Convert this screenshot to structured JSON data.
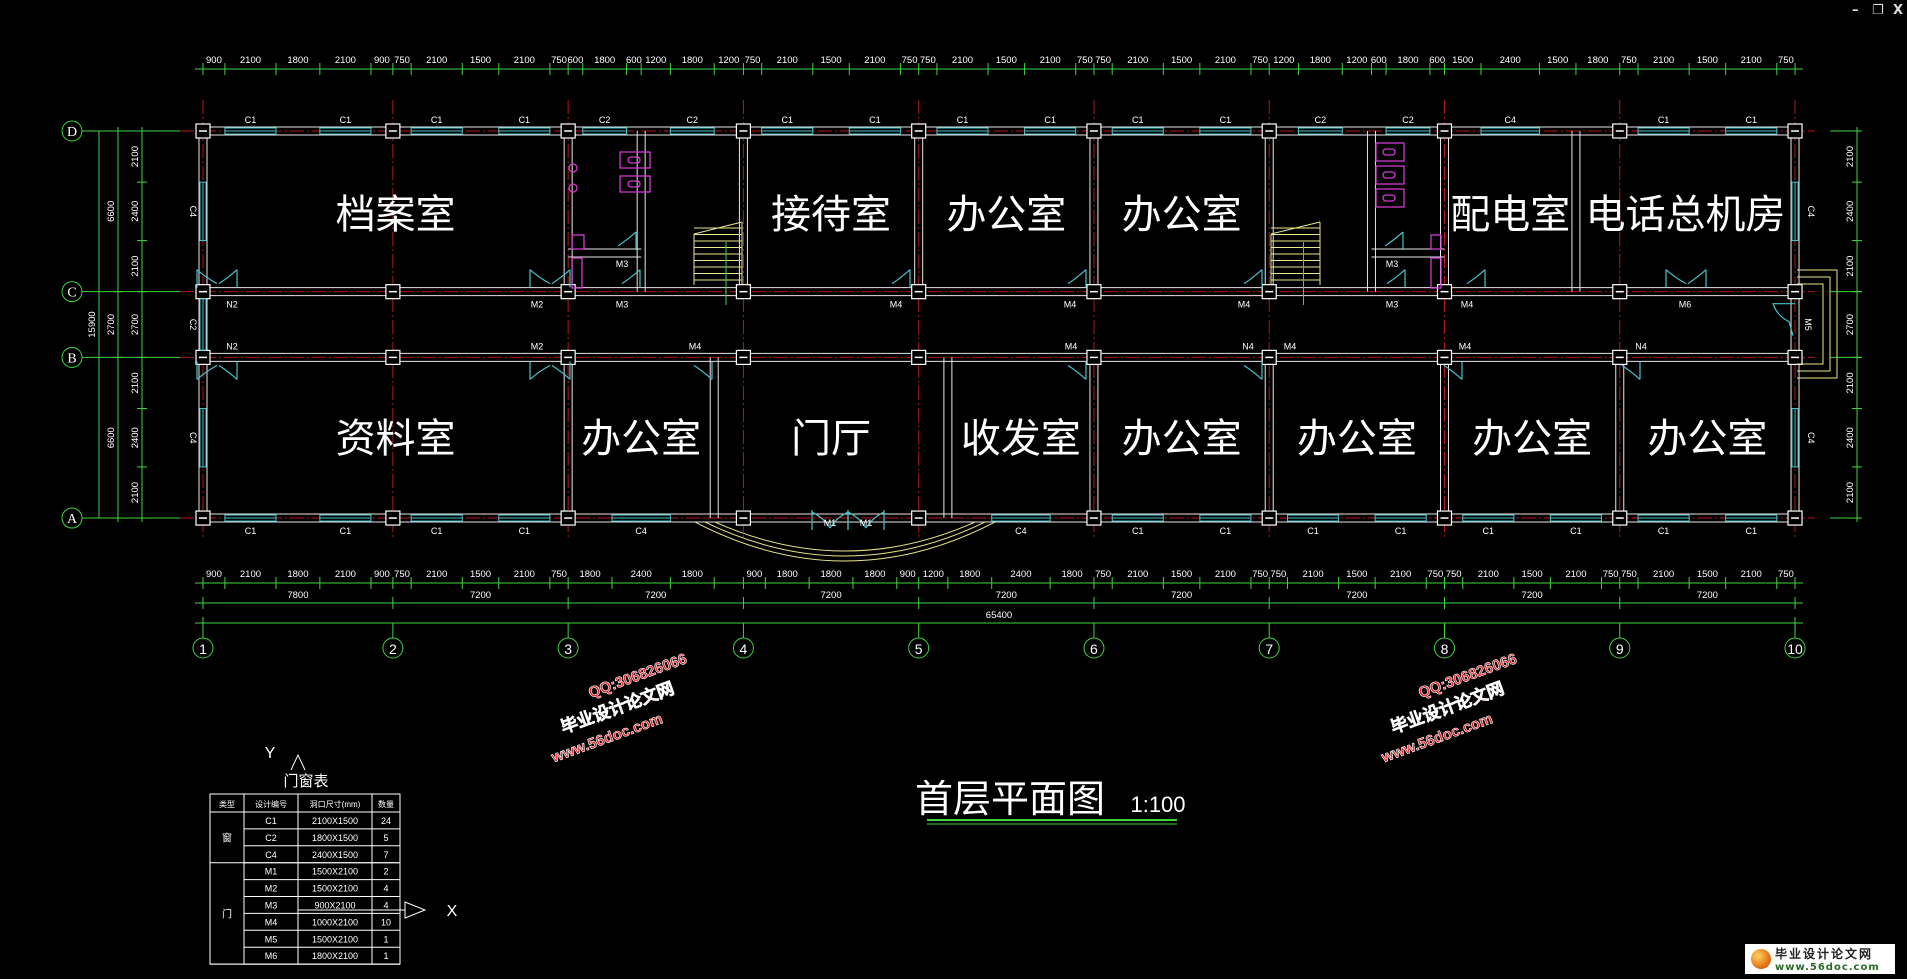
{
  "window_controls": {
    "minimize": "–",
    "restore": "❐",
    "close": "X"
  },
  "axes": {
    "vertical": [
      "1",
      "2",
      "3",
      "4",
      "5",
      "6",
      "7",
      "8",
      "9",
      "10"
    ],
    "horizontal": [
      "D",
      "C",
      "B",
      "A"
    ]
  },
  "dimensions": {
    "top_detail": [
      900,
      2100,
      1800,
      2100,
      900,
      750,
      2100,
      1500,
      2100,
      750,
      600,
      1800,
      600,
      1200,
      1800,
      1200,
      750,
      2100,
      1500,
      2100,
      750,
      750,
      2100,
      1500,
      2100,
      750,
      750,
      2100,
      1500,
      2100,
      750,
      1200,
      1800,
      1200,
      600,
      1800,
      600,
      1500,
      2400,
      1500,
      1800,
      750,
      2100,
      1500,
      2100,
      750
    ],
    "bottom_detail": [
      900,
      2100,
      1800,
      2100,
      900,
      750,
      2100,
      1500,
      2100,
      750,
      1800,
      2400,
      1800,
      null,
      900,
      1800,
      1800,
      1800,
      900,
      1200,
      1800,
      2400,
      1800,
      750,
      2100,
      1500,
      2100,
      750,
      750,
      2100,
      1500,
      2100,
      750,
      750,
      2100,
      1500,
      2100,
      750,
      750,
      2100,
      1500,
      2100,
      750
    ],
    "bays": [
      7800,
      7200,
      7200,
      7200,
      7200,
      7200,
      7200,
      7200,
      7200
    ],
    "total_length": 65400,
    "side_detail": [
      2100,
      2400,
      2100,
      2700,
      2100,
      2400,
      2100
    ],
    "side_middle": [
      6600,
      2700,
      6600
    ],
    "total_depth": 15900
  },
  "rooms": {
    "top": [
      "档案室",
      "接待室",
      "办公室",
      "办公室",
      "配电室",
      "电话总机房"
    ],
    "bottom": [
      "资料室",
      "办公室",
      "门厅",
      "收发室",
      "办公室",
      "办公室",
      "办公室",
      "办公室"
    ]
  },
  "windows": {
    "top": [
      "C1",
      "C1",
      "C1",
      "C1",
      "C2",
      "C2",
      "C1",
      "C1",
      "C1",
      "C1",
      "C1",
      "C1",
      "C2",
      "C2",
      "C4",
      "C1",
      "C1"
    ],
    "bottom": [
      "C1",
      "C1",
      "C1",
      "C1",
      "C4",
      "C4",
      "C1",
      "C1",
      "C1",
      "C1",
      "C1",
      "C1",
      "C1",
      "C1"
    ],
    "left": [
      "C4",
      "C2",
      "C4"
    ],
    "right": [
      "C4",
      "C4"
    ]
  },
  "doors": {
    "corridor_top": [
      "N2",
      "M2",
      "M3",
      "M4",
      "M4",
      "M4",
      "M3",
      "M4",
      "M6"
    ],
    "corridor_bottom": [
      "N2",
      "M2",
      "M4",
      "M4",
      "N4",
      "M4",
      "M4",
      "N4"
    ],
    "toilets": [
      "M3",
      "M3"
    ],
    "entrance": [
      "M1",
      "M1"
    ],
    "side": "M5"
  },
  "schedule": {
    "title": "门窗表",
    "headers": [
      "类型",
      "设计编号",
      "洞口尺寸(mm)",
      "数量"
    ],
    "groups": [
      {
        "type": "窗",
        "rows": [
          [
            "C1",
            "2100X1500",
            "24"
          ],
          [
            "C2",
            "1800X1500",
            "5"
          ],
          [
            "C4",
            "2400X1500",
            "7"
          ]
        ]
      },
      {
        "type": "门",
        "rows": [
          [
            "M1",
            "1500X2100",
            "2"
          ],
          [
            "M2",
            "1500X2100",
            "4"
          ],
          [
            "M3",
            "900X2100",
            "4"
          ],
          [
            "M4",
            "1000X2100",
            "10"
          ],
          [
            "M5",
            "1500X2100",
            "1"
          ],
          [
            "M6",
            "1800X2100",
            "1"
          ]
        ]
      }
    ]
  },
  "ucs": {
    "x_label": "X",
    "y_label": "Y"
  },
  "drawing_title": {
    "name": "首层平面图",
    "scale": "1:100"
  },
  "watermark": {
    "site_name": "毕业设计论文网",
    "url": "www.56doc.com",
    "qq": "QQ:306826066"
  },
  "logo": {
    "name": "毕业设计论文网",
    "url": "www.56doc.com"
  },
  "colors": {
    "background": "#000000",
    "axis": "#b3161a",
    "wall": "#e6e6e6",
    "window": "#49c2c9",
    "dimension": "#3fd43f",
    "stair": "#e8e88a",
    "fixture": "#d23ad2",
    "watermark": "#e0242a"
  }
}
